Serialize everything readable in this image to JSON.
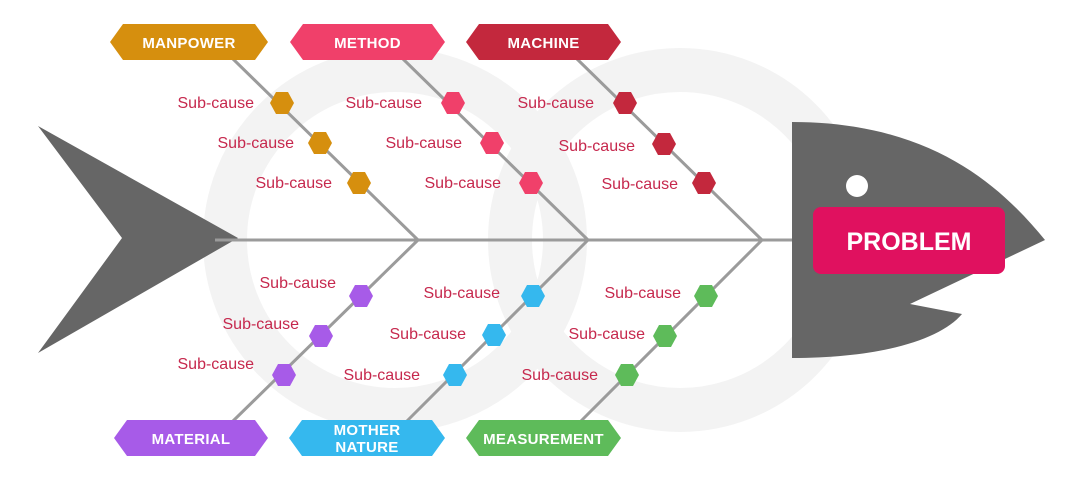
{
  "problem": {
    "label": "PROBLEM",
    "color": "#e0115f"
  },
  "fish_color": "#666666",
  "bone_color": "#9b9b9b",
  "sub_cause_label": "Sub-cause",
  "categories": [
    {
      "label": "MANPOWER",
      "color": "#d68f0e",
      "sub_causes": [
        "Sub-cause",
        "Sub-cause",
        "Sub-cause"
      ]
    },
    {
      "label": "METHOD",
      "color": "#f0406a",
      "sub_causes": [
        "Sub-cause",
        "Sub-cause",
        "Sub-cause"
      ]
    },
    {
      "label": "MACHINE",
      "color": "#c3283d",
      "sub_causes": [
        "Sub-cause",
        "Sub-cause",
        "Sub-cause"
      ]
    },
    {
      "label": "MATERIAL",
      "color": "#a75be8",
      "sub_causes": [
        "Sub-cause",
        "Sub-cause",
        "Sub-cause"
      ]
    },
    {
      "label": [
        "MOTHER",
        "NATURE"
      ],
      "color": "#35b8ee",
      "sub_causes": [
        "Sub-cause",
        "Sub-cause",
        "Sub-cause"
      ]
    },
    {
      "label": "MEASUREMENT",
      "color": "#5ebb5a",
      "sub_causes": [
        "Sub-cause",
        "Sub-cause",
        "Sub-cause"
      ]
    }
  ]
}
